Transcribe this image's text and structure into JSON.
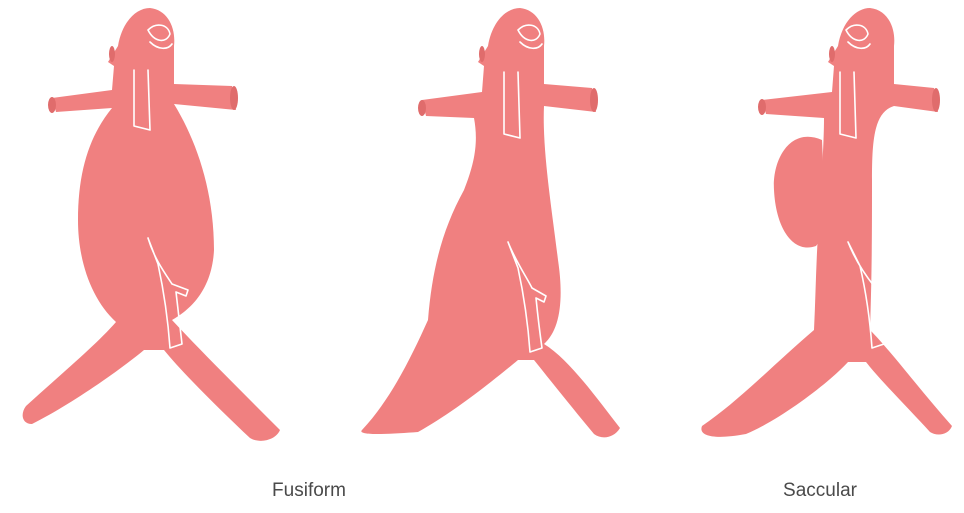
{
  "colors": {
    "aorta_fill": "#F08080",
    "aorta_dark": "#E06C6C",
    "vessel_outline": "#FFFFFF",
    "caption_text": "#4A4A4A",
    "background": "#FFFFFF"
  },
  "illustrations": [
    {
      "id": "fusiform-wide",
      "label": ""
    },
    {
      "id": "fusiform-tapered",
      "label": "Fusiform"
    },
    {
      "id": "saccular",
      "label": "Saccular"
    }
  ],
  "captions": {
    "fusiform": "Fusiform",
    "saccular": "Saccular"
  }
}
